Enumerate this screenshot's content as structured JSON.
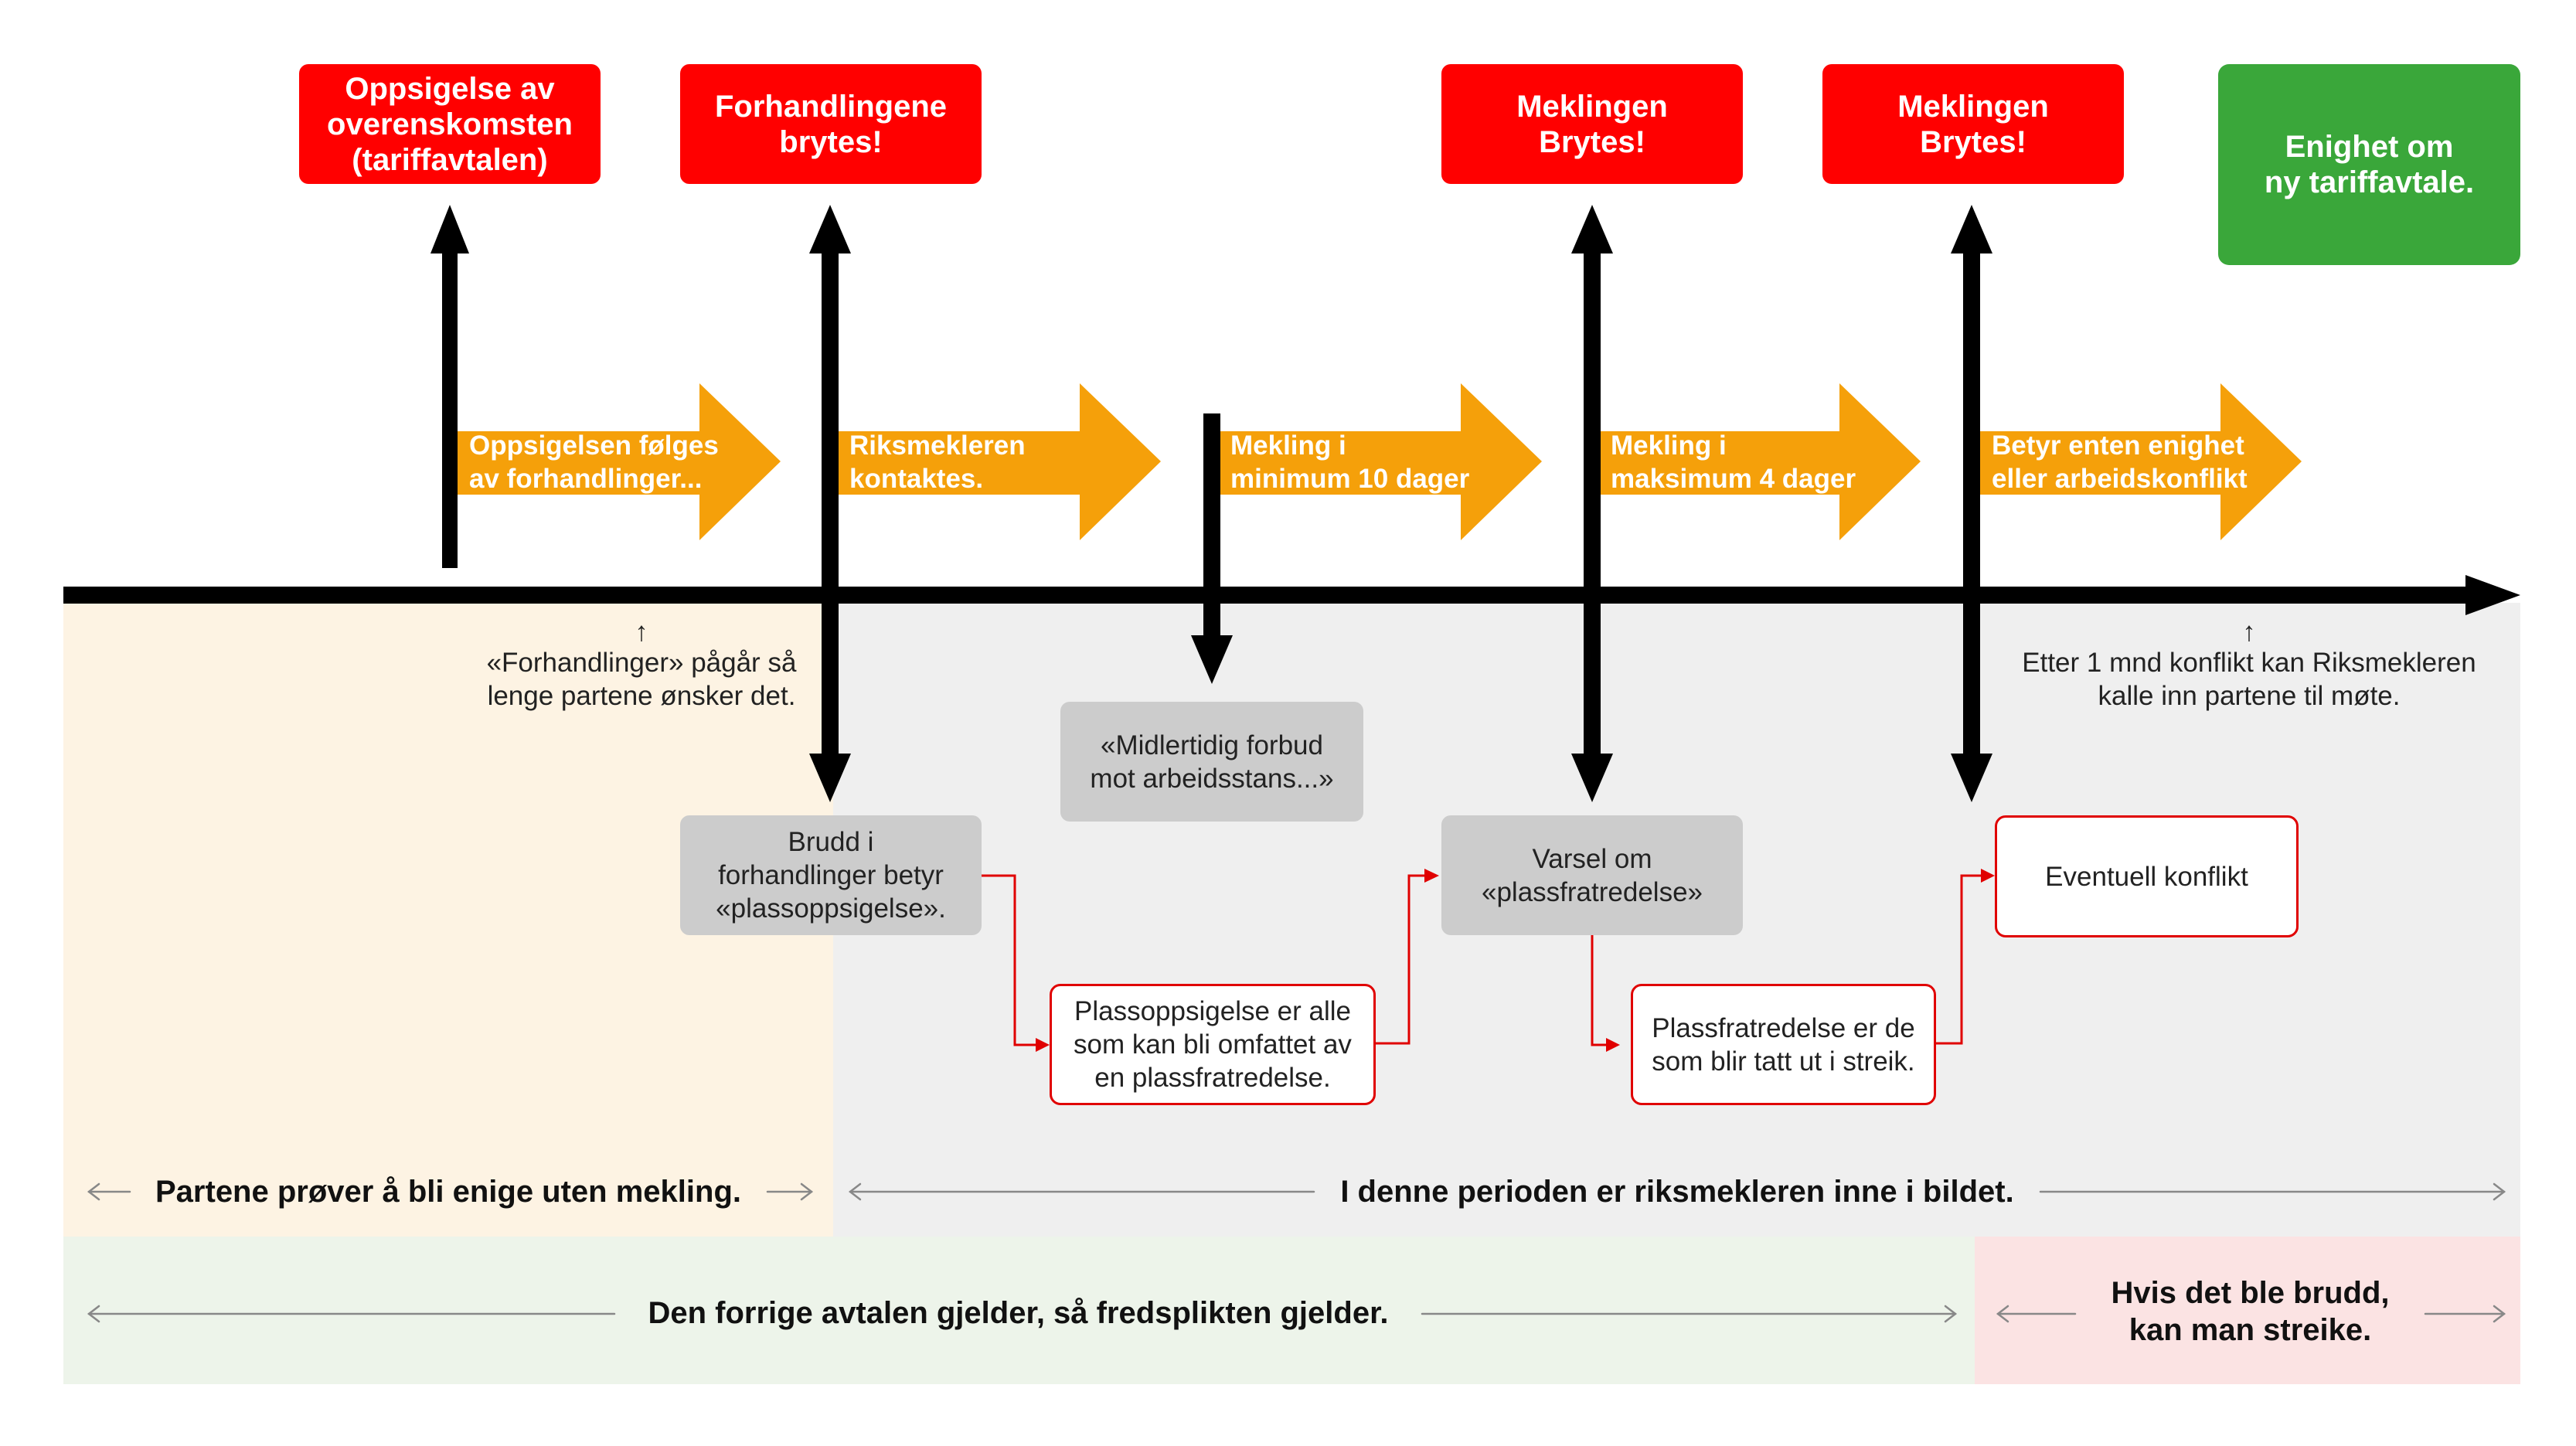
{
  "colors": {
    "red": "#ff0000",
    "green": "#3aa73a",
    "orange": "#f5a00a",
    "grey": "#cccccc",
    "beige": "#fdf3e3",
    "light_grey": "#efefef",
    "light_green": "#edf4ea",
    "light_pink": "#fbe3e3"
  },
  "top_boxes": [
    {
      "lines": [
        "Oppsigelse av",
        "overenskomsten",
        "(tariffavtalen)"
      ]
    },
    {
      "lines": [
        "Forhandlingene",
        "brytes!"
      ]
    },
    {
      "lines": [
        "Meklingen",
        "Brytes!"
      ]
    },
    {
      "lines": [
        "Meklingen",
        "Brytes!"
      ]
    },
    {
      "lines": [
        "Enighet om",
        "ny tariffavtale."
      ]
    }
  ],
  "orange_arrows": [
    {
      "lines": [
        "Oppsigelsen følges",
        "av forhandlinger..."
      ]
    },
    {
      "lines": [
        "Riksmekleren",
        "kontaktes."
      ]
    },
    {
      "lines": [
        "Mekling i",
        "minimum 10 dager"
      ]
    },
    {
      "lines": [
        "Mekling i",
        "maksimum 4 dager"
      ]
    },
    {
      "lines": [
        "Betyr enten enighet",
        "eller arbeidskonflikt"
      ]
    }
  ],
  "notes": {
    "forhandlinger": {
      "arrow": "↑",
      "lines": [
        "«Forhandlinger» pågår så",
        "lenge partene ønsker det."
      ]
    },
    "etter": {
      "arrow": "↑",
      "lines": [
        "Etter 1 mnd konflikt kan Riksmekleren",
        "kalle inn partene til møte."
      ]
    }
  },
  "grey_boxes": [
    {
      "lines": [
        "Brudd i",
        "forhandlinger betyr",
        "«plassoppsigelse»."
      ]
    },
    {
      "lines": [
        "«Midlertidig forbud",
        "mot arbeidsstans...»"
      ]
    },
    {
      "lines": [
        "Varsel om",
        "«plassfratredelse»"
      ]
    }
  ],
  "white_boxes": [
    {
      "lines": [
        "Plassoppsigelse er alle",
        "som kan bli omfattet av",
        "en plassfratredelse."
      ]
    },
    {
      "lines": [
        "Plassfratredelse er de",
        "som blir tatt ut i streik."
      ]
    },
    {
      "lines": [
        "Eventuell konflikt"
      ]
    }
  ],
  "bands": {
    "row1_left": "Partene prøver å bli enige uten mekling.",
    "row1_right": "I denne perioden er riksmekleren inne i bildet.",
    "row2_left": "Den forrige avtalen gjelder, så fredsplikten gjelder.",
    "row2_right": [
      "Hvis det ble brudd,",
      "kan man streike."
    ]
  }
}
